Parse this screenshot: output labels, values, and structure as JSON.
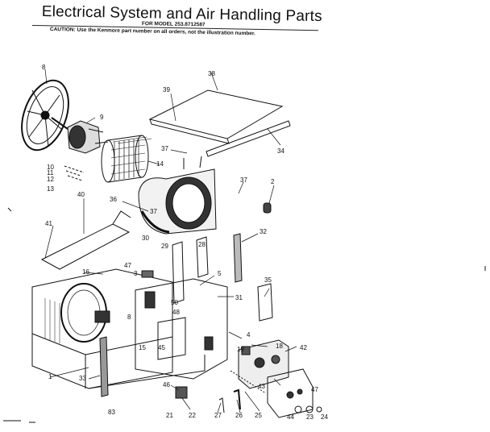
{
  "header": {
    "title": "Electrical System and Air Handling Parts",
    "model_line": "FOR MODEL 253.8712587",
    "caution": "CAUTION: Use the Kenmore part number on all orders, not the illustration number."
  },
  "callouts": [
    {
      "id": "c-8a",
      "text": "8"
    },
    {
      "id": "c-9",
      "text": "9"
    },
    {
      "id": "c-10",
      "text": "10"
    },
    {
      "id": "c-11",
      "text": "11"
    },
    {
      "id": "c-12",
      "text": "12"
    },
    {
      "id": "c-13",
      "text": "13"
    },
    {
      "id": "c-14",
      "text": "14"
    },
    {
      "id": "c-38",
      "text": "38"
    },
    {
      "id": "c-39",
      "text": "39"
    },
    {
      "id": "c-34",
      "text": "34"
    },
    {
      "id": "c-37a",
      "text": "37"
    },
    {
      "id": "c-37b",
      "text": "37"
    },
    {
      "id": "c-37c",
      "text": "37"
    },
    {
      "id": "c-2",
      "text": "2"
    },
    {
      "id": "c-40",
      "text": "40"
    },
    {
      "id": "c-36",
      "text": "36"
    },
    {
      "id": "c-41",
      "text": "41"
    },
    {
      "id": "c-30",
      "text": "30"
    },
    {
      "id": "c-29",
      "text": "29"
    },
    {
      "id": "c-28",
      "text": "28"
    },
    {
      "id": "c-32",
      "text": "32"
    },
    {
      "id": "c-16",
      "text": "16"
    },
    {
      "id": "c-47a",
      "text": "47"
    },
    {
      "id": "c-3",
      "text": "3"
    },
    {
      "id": "c-5",
      "text": "5"
    },
    {
      "id": "c-35",
      "text": "35"
    },
    {
      "id": "c-31",
      "text": "31"
    },
    {
      "id": "c-50",
      "text": "50"
    },
    {
      "id": "c-48",
      "text": "48"
    },
    {
      "id": "c-8b",
      "text": "8"
    },
    {
      "id": "c-4",
      "text": "4"
    },
    {
      "id": "c-15",
      "text": "15"
    },
    {
      "id": "c-45",
      "text": "45"
    },
    {
      "id": "c-18",
      "text": "18"
    },
    {
      "id": "c-42",
      "text": "42"
    },
    {
      "id": "c-19",
      "text": "19"
    },
    {
      "id": "c-1",
      "text": "1"
    },
    {
      "id": "c-33",
      "text": "33"
    },
    {
      "id": "c-46",
      "text": "46"
    },
    {
      "id": "c-43",
      "text": "43"
    },
    {
      "id": "c-47b",
      "text": "47"
    },
    {
      "id": "c-21",
      "text": "21"
    },
    {
      "id": "c-22",
      "text": "22"
    },
    {
      "id": "c-27",
      "text": "27"
    },
    {
      "id": "c-26",
      "text": "26"
    },
    {
      "id": "c-25",
      "text": "25"
    },
    {
      "id": "c-44",
      "text": "44"
    },
    {
      "id": "c-23",
      "text": "23"
    },
    {
      "id": "c-24",
      "text": "24"
    },
    {
      "id": "c-83",
      "text": "83"
    }
  ],
  "colors": {
    "ink": "#111111",
    "paper": "#ffffff"
  }
}
